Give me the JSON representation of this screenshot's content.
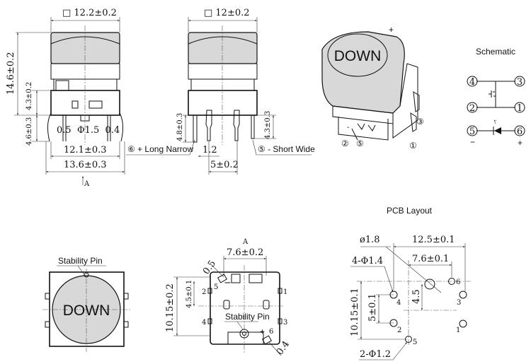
{
  "front_view": {
    "cap_width": "□ 12.2±0.2",
    "height": "14.6±0.2",
    "housing_height": "4.3±0.2",
    "pin_length": "4.6±0.3",
    "pin_dims": "0.5  Φ1.5  0.4",
    "body_width": "12.1±0.3",
    "overall_width": "13.6±0.3",
    "view_label": "A"
  },
  "side_view": {
    "cap_width": "□ 12±0.2",
    "long_pin_height": "4.8±0.3",
    "short_pin_height": "4.3±0.3",
    "pin6_label": "⑥ + Long Narrow",
    "pin_width": "1.2",
    "pin_pitch": "5±0.2",
    "pin5_label": "⑤ - Short Wide"
  },
  "iso_view": {
    "cap_text": "DOWN",
    "plus": "+",
    "minus": "-",
    "pins": [
      "②",
      "⑤",
      "③",
      "①"
    ]
  },
  "schematic": {
    "title": "Schematic",
    "terminals": [
      "4",
      "3",
      "2",
      "1",
      "5",
      "6"
    ],
    "minus": "−",
    "plus": "+"
  },
  "top_view": {
    "stability_pin": "Stability Pin",
    "cap_text": "DOWN"
  },
  "bottom_view": {
    "view_label": "A",
    "pitch": "7.6±0.2",
    "led_pin": "0.5",
    "led_pin2": "0.4",
    "height": "10.15±0.2",
    "row_offset": "4.5±0.1",
    "stability_pin": "Stability Pin",
    "pin_labels": [
      "5",
      "2",
      "1",
      "4",
      "3",
      "6"
    ],
    "minus": "−",
    "plus": "+"
  },
  "pcb_layout": {
    "title": "PCB Layout",
    "big_hole": "ø1.8",
    "width": "12.5±0.1",
    "four_holes": "4-Φ1.4",
    "pitch": "7.6±0.1",
    "offset": "4.5",
    "height": "10.15±0.1",
    "row_pitch": "5±0.1",
    "two_holes": "2-Φ1.2",
    "hole_labels": [
      "6",
      "4",
      "3",
      "2",
      "1",
      "5"
    ]
  }
}
